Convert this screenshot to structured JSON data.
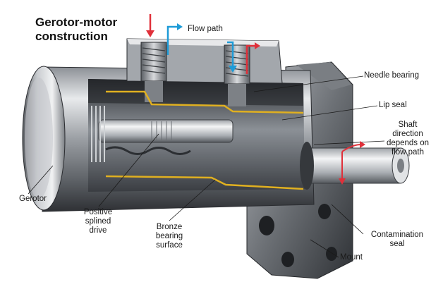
{
  "title": {
    "line1": "Gerotor-motor",
    "line2": "construction"
  },
  "labels": {
    "flow_path": "Flow path",
    "needle_bearing": "Needle bearing",
    "lip_seal": "Lip seal",
    "shaft_direction": [
      "Shaft",
      "direction",
      "depends on",
      "flow path"
    ],
    "gerotor": "Gerotor",
    "positive_splined_drive": [
      "Positive",
      "splined",
      "drive"
    ],
    "bronze_bearing_surface": [
      "Bronze",
      "bearing",
      "surface"
    ],
    "contamination_seal": [
      "Contamination",
      "seal"
    ],
    "mount": "Mount"
  },
  "colors": {
    "flow_in": "#e0303a",
    "flow_out": "#1e9bd7",
    "bronze_line": "#e0b020",
    "metal_dark": "#3c3f44",
    "metal_light": "#d9dbde"
  }
}
